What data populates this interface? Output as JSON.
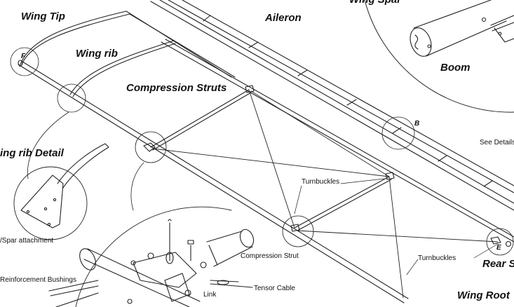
{
  "labels": {
    "wing_tip": "Wing Tip",
    "aileron": "Aileron",
    "wing_spar": "Wing Spar",
    "wing_rib": "Wing rib",
    "compression_struts": "Compression Struts",
    "boom": "Boom",
    "wing_rib_detail": "ing rib Detail",
    "see_details": "See Details",
    "turnbuckles_1": "Turnbuckles",
    "turnbuckles_2": "Turnbuckles",
    "rear_spar": "Rear S",
    "wing_root": "Wing Root",
    "spar_attachment": "/Spar attachment",
    "reinforcement_bushings": "Reinforcement Bushings",
    "compression_strut": "Compression Strut",
    "tensor_cable": "Tensor Cable",
    "link": "Link"
  },
  "detail_letters": {
    "f": "F",
    "b": "B",
    "e": "E"
  }
}
